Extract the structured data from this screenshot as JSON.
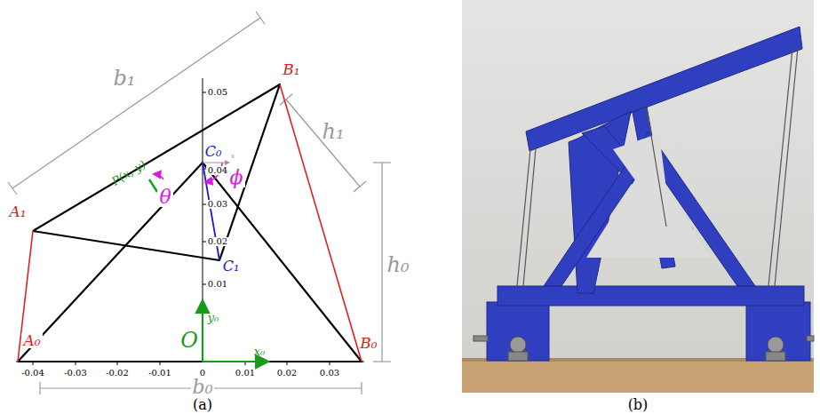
{
  "diagram": {
    "labels": [
      "b₁",
      "h₁",
      "h₀",
      "b₀",
      "B₁",
      "A₁",
      "A₀",
      "B₀",
      "C₀",
      "C₁",
      "P(x, y)",
      "θ",
      "ϕ",
      "x",
      "O",
      "x₀",
      "y₀",
      "-0.04",
      "-0.03",
      "-0.02",
      "-0.01",
      "0",
      "0.01",
      "0.02",
      "0.03",
      "0.01",
      "0.02",
      "0.03",
      "0.04",
      "0.05",
      "(a)",
      "(b)"
    ]
  }
}
